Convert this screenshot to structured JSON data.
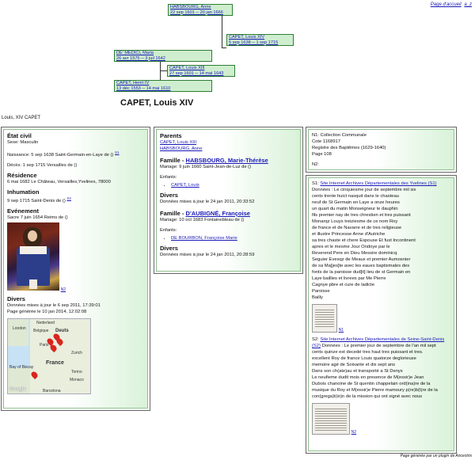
{
  "top_links": {
    "home": "Page d'accueil",
    "az": "a_z"
  },
  "pedigree": {
    "habsbourg": {
      "name": "HABSBOURG, Anne",
      "dates": "22 sep 1601 -- 20 jan 1666"
    },
    "louis14": {
      "name": "CAPET, Louis XIV",
      "dates": "5 sep 1638 -- 1 sep 1715"
    },
    "medici": {
      "name": "DE' MEDICI, Maria",
      "dates": "26 avr 1575 -- 3 juil 1642"
    },
    "louis13": {
      "name": "CAPET, Louis XIII",
      "dates": "27 sep 1601 -- 14 mai 1643"
    },
    "henri4": {
      "name": "CAPET, Henri IV",
      "dates": "13 déc 1553 -- 14 mai 1610"
    }
  },
  "title": "CAPET, Louis XIV",
  "subject_id": "Louis, XIV CAPET",
  "civil": {
    "heading": "État civil",
    "sexe": "Sexe: Masculin",
    "naissance": "Naissance: 5 sep 1638 Saint-Germain-en-Laye de ()",
    "naissance_ref": "S1",
    "deces": "Décès: 1 sep 1715 Versailles de ()",
    "residence_heading": "Résidence",
    "residence": "6 mai 1682 Le Château, Versailles,Yvelines, 78000",
    "inhumation_heading": "Inhumation",
    "inhumation": "9 sep 1715 Saint-Denis de ()",
    "inhumation_ref": "S2",
    "evenement_heading": "Evénement",
    "evenement": "Sacre 7 juin 1654 Reims de ()",
    "portrait_ref": "N2",
    "divers_heading": "Divers",
    "divers_maj": "Données mises à jour le 6 sep 2011, 17:39:01",
    "divers_gen": "Page générée le 10 jan 2014, 12:02:08"
  },
  "map": {
    "labels": {
      "london": "London",
      "nederland": "Nederland",
      "belgique": "Belgique",
      "deutschland": "Deuts",
      "paris": "Paris",
      "zurich": "Zurich",
      "france": "France",
      "torino": "Torino",
      "monaco": "Monaco",
      "golfe": "Bay of Biscay",
      "barcelona": "Barcelona"
    },
    "brand": "Google"
  },
  "family": {
    "parents_heading": "Parents",
    "father": "CAPET, Louis XIII",
    "mother": "HABSBOURG, Anne",
    "fam1_label": "Famille -",
    "fam1_name": "HABSBOURG, Marie-Thérèse",
    "fam1_mariage": "Mariage: 9 juin 1660 Saint-Jean-de-Luz de ()",
    "enfants_label": "Enfants:",
    "fam1_child": "CAPET, Louis",
    "fam1_divers_heading": "Divers",
    "fam1_divers": "Données mises à jour le 24 jan 2011, 20:33:52",
    "fam2_label": "Famille -",
    "fam2_name": "D'AUBIGNÉ, Françoise",
    "fam2_mariage": "Mariage: 10 oct 1683 Fontainebleau de ()",
    "enfants_label2": "Enfants:",
    "fam2_child": "DE BOURBON, Françoise Marie",
    "fam2_divers_heading": "Divers",
    "fam2_divers": "Données mises à jour le 24 jan 2011, 20:28:59"
  },
  "notes": {
    "n1_lines": [
      "N1: Collection Communale",
      "Cote 1168917",
      "Registre des Baptêmes (1629-1640)",
      "Page 108"
    ],
    "n2": "N2:"
  },
  "sources": {
    "s1_prefix": "S1:",
    "s1_link": "Site Internet Archives Départementales des Yvelines (S1)",
    "s1_lines": [
      "Données : Le cinquiesme jour de septembre mil six",
      "cents trente huict nasquit dans le chasteau",
      "neuf de St Germain en Laye a onze heures",
      "un quart du matin Monseigneur le dauphin",
      "fils premier nay de tres chrestien et tres puissant",
      "Monarqz Louys treiziesme de ce nom Roy",
      "de france et de Navarre et de tres religieuse",
      "et illustre Princesse Anne d'Autriche",
      "sa tres chaste et chere Espouse Et fust Incontinent",
      "apres et le mesme Jour Ondoye par le",
      "Reverend Pere en Dieu Messire dominicq",
      "Seguier Evesqz de Meaux et premier Aumosnier",
      "de sa Ma[jes]te avec les eaues baptismales des",
      "fonts de la paroisse dud[it] lieu de st Germain en",
      "Laye baillies et livrees par Me Pierre",
      "Cagnye pbre et cure de ladicte",
      "Paroisse",
      "Bailly"
    ],
    "s1_thumb_ref": "N1",
    "s2_prefix": "S2:",
    "s2_link": "Site Internet Archives Départementales de Seine-Saint-Denis (S2)",
    "s2_first": " Données : Le premier jour de septembre de l'an mil sept",
    "s2_lines": [
      "cents quinze est decedé tres haut tres puissant et tres.",
      "excellent Roy de france Louis quatorze deglorieuse",
      "memoire agé de Soixante et dix sept ans",
      "Dans son ch(ate)au et transporté a St Denys",
      "Le neufieme dudit mois en presence de M(essir)e Jean",
      "Dubois chanoine de St quentin chappelain ord(ina)re de la",
      "musique du Roy et M(essir)e Pierre mamoury p(re)b(t)re de la",
      "con(grega)t(io)n de la mission qui ont signé avec nous"
    ],
    "s2_thumb_ref": "N2"
  },
  "footer": "Page générée par un plugin de Ancestris"
}
